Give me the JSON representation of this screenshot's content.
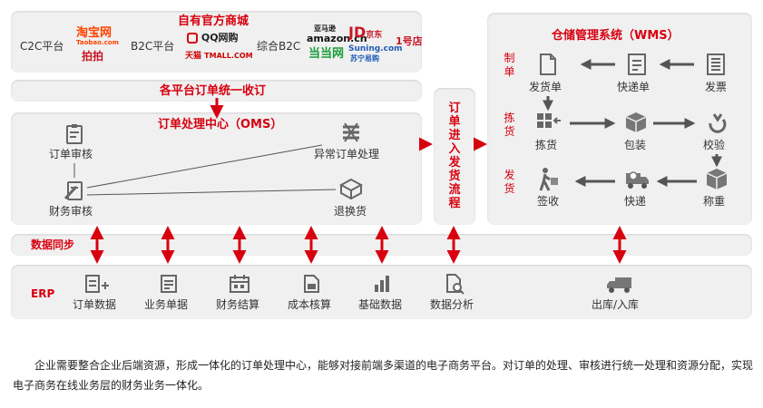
{
  "top": {
    "title": "自有官方商城",
    "c2c": "C2C平台",
    "b2c": "B2C平台",
    "combo": "综合B2C",
    "logos": {
      "taobao_cn": "淘宝网",
      "taobao_en": "Taobao.com",
      "paipai": "拍拍",
      "qq": "QQ网购",
      "tmall_cn": "天猫",
      "tmall_en": "TMALL.COM",
      "amazon": "amazon.cn",
      "amazon_cn": "亚马逊",
      "jd": "JD",
      "jd_cn": "京东",
      "dangdang": "当当网",
      "suning": "Suning.com",
      "suning_cn": "苏宁易购",
      "yhd": "1号店"
    }
  },
  "collect": "各平台订单统一收订",
  "oms": {
    "title": "订单处理中心（OMS）",
    "review": "订单审核",
    "finance": "财务审核",
    "abnormal": "异常订单处理",
    "returns": "退换货"
  },
  "flow_label": "订单进入发货流程",
  "wms": {
    "title": "仓储管理系统（WMS）",
    "row_labels": [
      "制单",
      "拣货",
      "发货"
    ],
    "row1": [
      "发货单",
      "快递单",
      "发票"
    ],
    "row2": [
      "拣货",
      "包装",
      "校验"
    ],
    "row3": [
      "签收",
      "快递",
      "称重"
    ]
  },
  "sync": "数据同步",
  "erp": {
    "label": "ERP",
    "items": [
      "订单数据",
      "业务单据",
      "财务结算",
      "成本核算",
      "基础数据",
      "数据分析",
      "出库/入库"
    ]
  },
  "description": "企业需要整合企业后端资源，形成一体化的订单处理中心，能够对接前端多渠道的电子商务平台。对订单的处理、审核进行统一处理和资源分配，实现电子商务在线业务层的财务业务一体化。",
  "colors": {
    "accent": "#d7000f",
    "panel": "#f0f0f0",
    "icon": "#666666"
  }
}
